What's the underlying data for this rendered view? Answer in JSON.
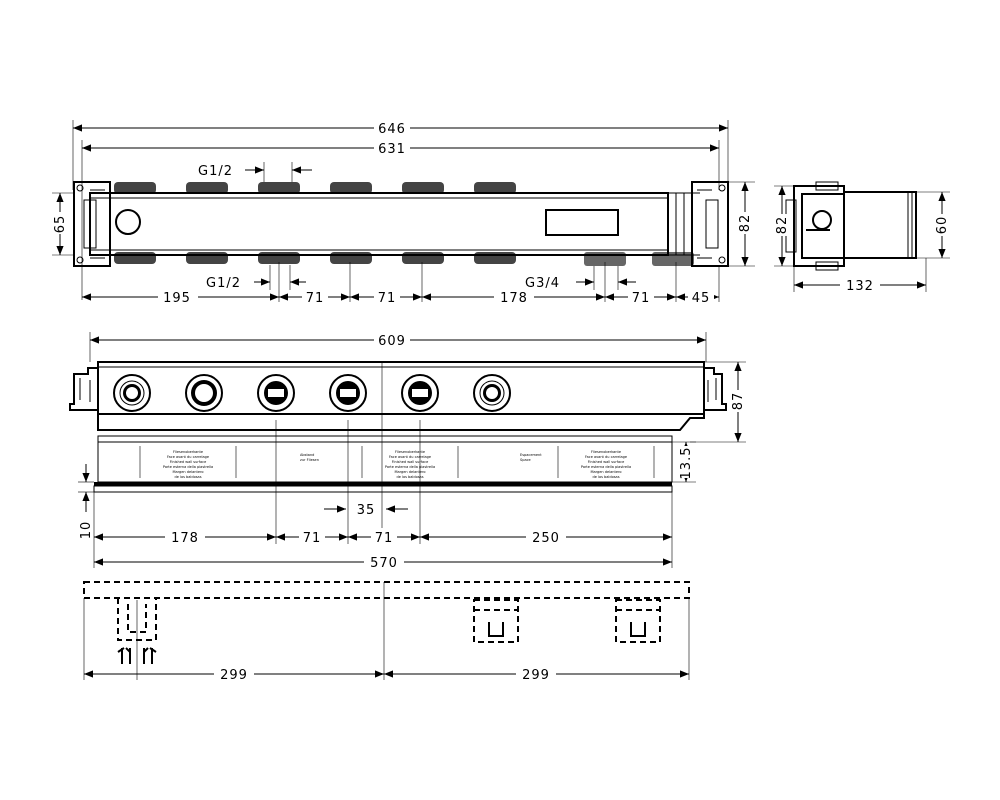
{
  "dimensions": {
    "overall_646": "646",
    "overall_631": "631",
    "thread_top": "G1/2",
    "thread_bottom": "G1/2",
    "thread_g34": "G3/4",
    "height_65": "65",
    "height_82": "82",
    "side_82": "82",
    "side_60": "60",
    "side_132": "132",
    "bottom_195": "195",
    "bottom_71a": "71",
    "bottom_71b": "71",
    "bottom_178": "178",
    "bottom_71c": "71",
    "bottom_45": "45",
    "front_609": "609",
    "front_87": "87",
    "front_13_5": "13.5",
    "front_35": "35",
    "front_10": "10",
    "front_178": "178",
    "front_71a": "71",
    "front_71b": "71",
    "front_250": "250",
    "front_570": "570",
    "rail_299a": "299",
    "rail_299b": "299"
  },
  "mounting_labels": {
    "panel_1": [
      "Fliesenoberkante",
      "Face avant du carrelage",
      "Finished wall surface",
      "Parte esterna della piastrella",
      "Margen delantero",
      "de los baldosas"
    ],
    "panel_2": [
      "Fliesenoberkante",
      "Face avant du carrelage",
      "Finished wall surface",
      "Parte esterna della piastrella",
      "Margen delantero",
      "de los baldosas"
    ],
    "panel_3": [
      "Fliesenoberkante",
      "Face avant du carrelage",
      "Finished wall surface",
      "Parte esterna della piastrella",
      "Margen delantero",
      "de los baldosas"
    ],
    "side_a": [
      "Abstand",
      "zur Fliesen"
    ],
    "side_b": [
      "Espacement",
      "Space"
    ]
  },
  "icons": {
    "arrow": "dimension-arrow-icon",
    "outlet": "outlet-port-icon",
    "bracket": "mounting-bracket-icon"
  }
}
